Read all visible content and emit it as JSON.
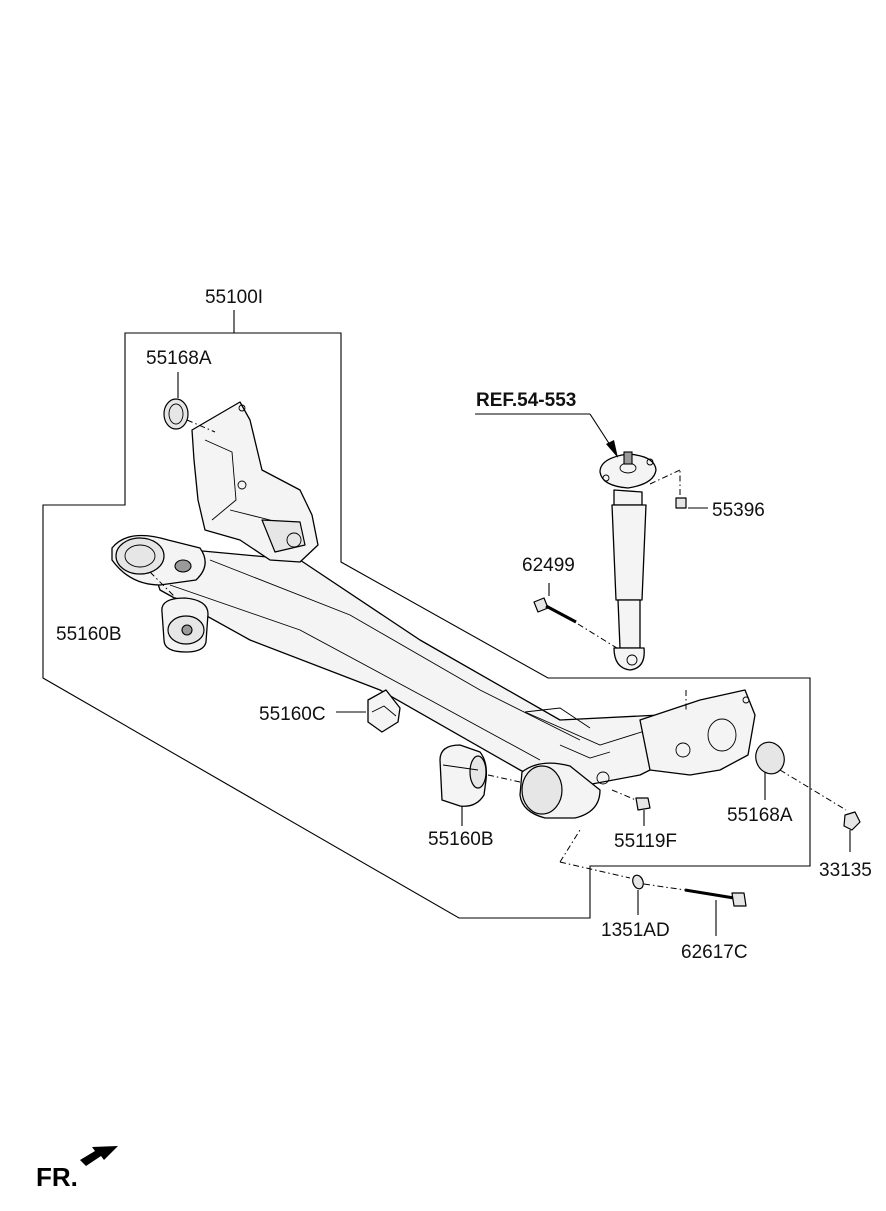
{
  "diagram": {
    "assembly_label": "55100I",
    "ref_label": "REF.54-553",
    "front_label": "FR.",
    "parts": {
      "p55168A_left": "55168A",
      "p55168A_right": "55168A",
      "p55160B_left": "55160B",
      "p55160B_center": "55160B",
      "p55160C": "55160C",
      "p55396": "55396",
      "p62499": "62499",
      "p55119F": "55119F",
      "p33135": "33135",
      "p1351AD": "1351AD",
      "p62617C": "62617C"
    }
  }
}
